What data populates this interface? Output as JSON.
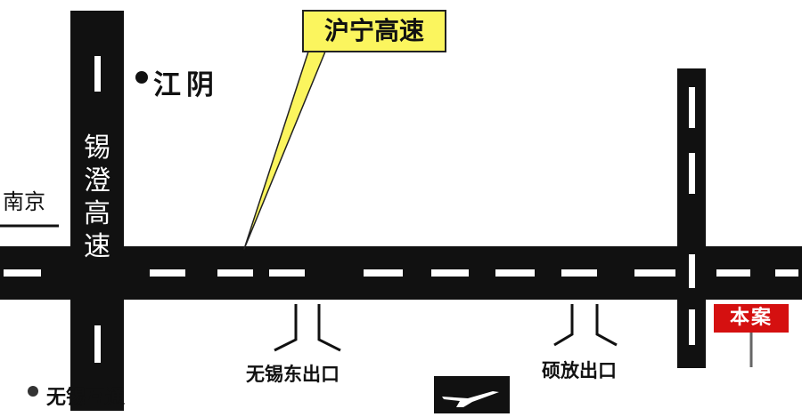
{
  "roads": {
    "main_east_west": "",
    "xicheng": "锡澄高速",
    "huning": "沪宁高速"
  },
  "places": {
    "jiangyin": "江阴",
    "nanjing": "南京",
    "wuxi_interchange": "无锡互通"
  },
  "exits": {
    "wuxi_east": "无锡东出口",
    "shuofang": "硕放出口"
  },
  "destination": {
    "label": "本案"
  },
  "icons": [
    "airport-icon",
    "location-dot-icon"
  ],
  "colors": {
    "road": "#111111",
    "callout_fill": "#fbf55e",
    "destination_fill": "#d51010",
    "lane_marking": "#ffffff"
  }
}
